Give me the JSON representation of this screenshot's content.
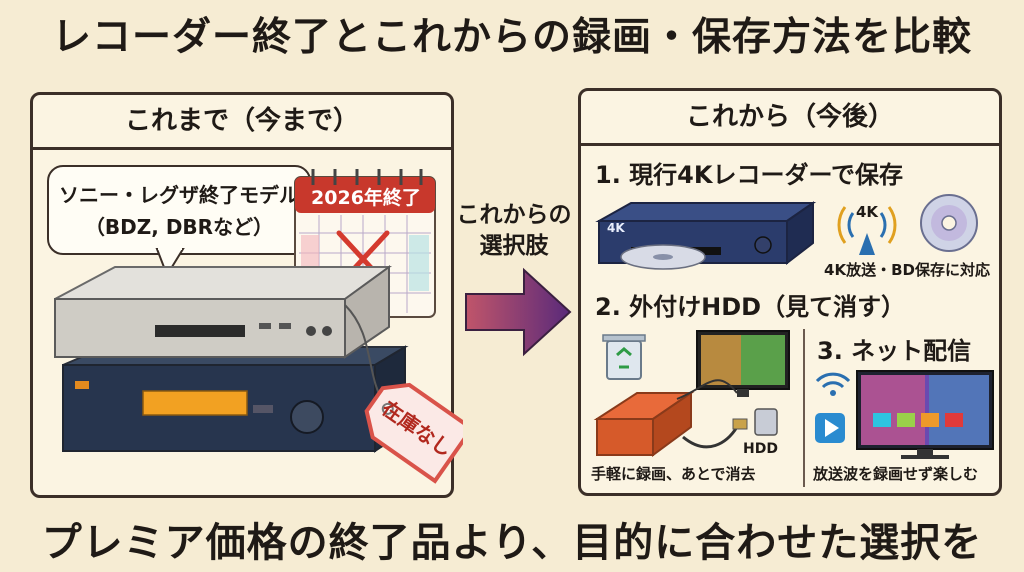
{
  "title": "レコーダー終了とこれからの録画・保存方法を比較",
  "footer": "プレミア価格の終了品より、目的に合わせた選択を",
  "left": {
    "header": "これまで（今まで）",
    "bubble_line1": "ソニー・レグザ終了モデル",
    "bubble_line2": "（BDZ, DBRなど）",
    "calendar_label": "2026年終了",
    "tag_label": "在庫なし"
  },
  "middle": {
    "line1": "これからの",
    "line2": "選択肢"
  },
  "right": {
    "header": "これから（今後）",
    "s1_title": "1. 現行4Kレコーダーで保存",
    "s1_badge": "4K",
    "s1_device_label": "4K",
    "s1_caption": "4K放送・BD保存に対応",
    "s2_title": "2. 外付けHDD（見て消す）",
    "s2_hdd_label": "HDD",
    "s2_caption": "手軽に録画、あとで消去",
    "s3_title": "3. ネット配信",
    "s3_caption": "放送波を録画せず楽しむ"
  },
  "colors": {
    "background": "#f6ecd3",
    "border": "#3b2f28",
    "arrow": "#7a2f6e",
    "calendar_red": "#c8382c",
    "tag_red": "#d9534a"
  }
}
